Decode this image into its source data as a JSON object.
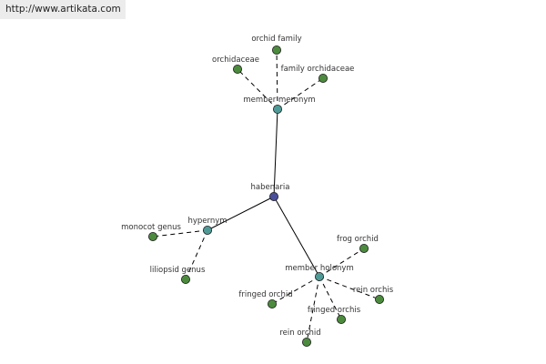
{
  "header": {
    "url": "http://www.artikata.com"
  },
  "graph": {
    "colors": {
      "root": "#4a4f9a",
      "relation": "#4f9a96",
      "leaf": "#4c8a3e",
      "edge": "#000000"
    },
    "nodes": [
      {
        "id": "root",
        "label": "habenaria",
        "type": "root"
      },
      {
        "id": "mm",
        "label": "member meronym",
        "type": "relation"
      },
      {
        "id": "hyp",
        "label": "hypernym",
        "type": "relation"
      },
      {
        "id": "mh",
        "label": "member holonym",
        "type": "relation"
      },
      {
        "id": "orchid-family",
        "label": "orchid family",
        "type": "leaf"
      },
      {
        "id": "orchidaceae",
        "label": "orchidaceae",
        "type": "leaf"
      },
      {
        "id": "family-orchidaceae",
        "label": "family orchidaceae",
        "type": "leaf"
      },
      {
        "id": "monocot-genus",
        "label": "monocot genus",
        "type": "leaf"
      },
      {
        "id": "liliopsid-genus",
        "label": "liliopsid genus",
        "type": "leaf"
      },
      {
        "id": "frog-orchid",
        "label": "frog orchid",
        "type": "leaf"
      },
      {
        "id": "rein-orchis",
        "label": "rein orchis",
        "type": "leaf"
      },
      {
        "id": "fringed-orchid",
        "label": "fringed orchid",
        "type": "leaf"
      },
      {
        "id": "fringed-orchis",
        "label": "fringed orchis",
        "type": "leaf"
      },
      {
        "id": "rein-orchid",
        "label": "rein orchid",
        "type": "leaf"
      }
    ],
    "edges": [
      {
        "from": "root",
        "to": "mm",
        "style": "solid"
      },
      {
        "from": "root",
        "to": "hyp",
        "style": "solid"
      },
      {
        "from": "root",
        "to": "mh",
        "style": "solid"
      },
      {
        "from": "mm",
        "to": "orchid-family",
        "style": "dashed"
      },
      {
        "from": "mm",
        "to": "orchidaceae",
        "style": "dashed"
      },
      {
        "from": "mm",
        "to": "family-orchidaceae",
        "style": "dashed"
      },
      {
        "from": "hyp",
        "to": "monocot-genus",
        "style": "dashed"
      },
      {
        "from": "hyp",
        "to": "liliopsid-genus",
        "style": "dashed"
      },
      {
        "from": "mh",
        "to": "frog-orchid",
        "style": "dashed"
      },
      {
        "from": "mh",
        "to": "rein-orchis",
        "style": "dashed"
      },
      {
        "from": "mh",
        "to": "fringed-orchid",
        "style": "dashed"
      },
      {
        "from": "mh",
        "to": "fringed-orchis",
        "style": "dashed"
      },
      {
        "from": "mh",
        "to": "rein-orchid",
        "style": "dashed"
      }
    ]
  }
}
